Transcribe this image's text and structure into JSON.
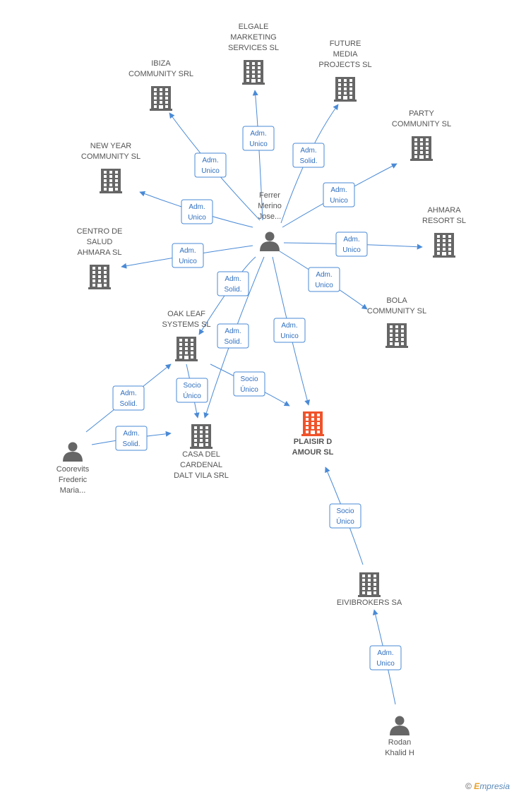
{
  "colors": {
    "edge": "#4a8ad6",
    "company": "#666666",
    "focus_company": "#f0532a",
    "person": "#666666",
    "role_text": "#2f6fbf"
  },
  "nodes": [
    {
      "id": "ferrer",
      "type": "person",
      "lines": [
        "Ferrer",
        "Merino",
        "Jose..."
      ]
    },
    {
      "id": "elgale",
      "type": "company",
      "lines": [
        "ELGALE",
        "MARKETING",
        "SERVICES SL"
      ]
    },
    {
      "id": "future",
      "type": "company",
      "lines": [
        "FUTURE",
        "MEDIA",
        "PROJECTS SL"
      ]
    },
    {
      "id": "ibiza",
      "type": "company",
      "lines": [
        "IBIZA",
        "COMMUNITY SRL"
      ]
    },
    {
      "id": "party",
      "type": "company",
      "lines": [
        "PARTY",
        "COMMUNITY SL"
      ]
    },
    {
      "id": "newyear",
      "type": "company",
      "lines": [
        "NEW YEAR",
        "COMMUNITY SL"
      ]
    },
    {
      "id": "ahmara",
      "type": "company",
      "lines": [
        "AHMARA",
        "RESORT SL"
      ]
    },
    {
      "id": "centro",
      "type": "company",
      "lines": [
        "CENTRO DE",
        "SALUD",
        "AHMARA SL"
      ]
    },
    {
      "id": "bola",
      "type": "company",
      "lines": [
        "BOLA",
        "COMMUNITY SL"
      ]
    },
    {
      "id": "oakleaf",
      "type": "company",
      "lines": [
        "OAK LEAF",
        "SYSTEMS SL"
      ]
    },
    {
      "id": "plaisir",
      "type": "focus",
      "lines": [
        "PLAISIR D",
        "AMOUR SL"
      ]
    },
    {
      "id": "casa",
      "type": "company",
      "lines": [
        "CASA DEL",
        "CARDENAL",
        "DALT VILA SRL"
      ]
    },
    {
      "id": "coorevits",
      "type": "person",
      "lines": [
        "Coorevits",
        "Frederic",
        "Maria..."
      ]
    },
    {
      "id": "eivibrokers",
      "type": "company",
      "lines": [
        "EIVIBROKERS SA"
      ]
    },
    {
      "id": "rodan",
      "type": "person",
      "lines": [
        "Rodan",
        "Khalid H"
      ]
    }
  ],
  "edges": [
    {
      "from": "ferrer",
      "to": "elgale",
      "role": [
        "Adm.",
        "Unico"
      ]
    },
    {
      "from": "ferrer",
      "to": "future",
      "role": [
        "Adm.",
        "Solid."
      ]
    },
    {
      "from": "ferrer",
      "to": "ibiza",
      "role": [
        "Adm.",
        "Unico"
      ]
    },
    {
      "from": "ferrer",
      "to": "party",
      "role": [
        "Adm.",
        "Unico"
      ]
    },
    {
      "from": "ferrer",
      "to": "newyear",
      "role": [
        "Adm.",
        "Unico"
      ]
    },
    {
      "from": "ferrer",
      "to": "ahmara",
      "role": [
        "Adm.",
        "Unico"
      ]
    },
    {
      "from": "ferrer",
      "to": "centro",
      "role": [
        "Adm.",
        "Unico"
      ]
    },
    {
      "from": "ferrer",
      "to": "bola",
      "role": [
        "Adm.",
        "Unico"
      ]
    },
    {
      "from": "ferrer",
      "to": "oakleaf",
      "role": [
        "Adm.",
        "Solid."
      ]
    },
    {
      "from": "ferrer",
      "to": "casa",
      "role": [
        "Adm.",
        "Solid."
      ]
    },
    {
      "from": "ferrer",
      "to": "plaisir",
      "role": [
        "Adm.",
        "Unico"
      ]
    },
    {
      "from": "oakleaf",
      "to": "casa",
      "role": [
        "Socio",
        "Único"
      ]
    },
    {
      "from": "oakleaf",
      "to": "plaisir",
      "role": [
        "Socio",
        "Único"
      ]
    },
    {
      "from": "coorevits",
      "to": "oakleaf",
      "role": [
        "Adm.",
        "Solid."
      ]
    },
    {
      "from": "coorevits",
      "to": "casa",
      "role": [
        "Adm.",
        "Solid."
      ]
    },
    {
      "from": "eivibrokers",
      "to": "plaisir",
      "role": [
        "Socio",
        "Único"
      ]
    },
    {
      "from": "rodan",
      "to": "eivibrokers",
      "role": [
        "Adm.",
        "Unico"
      ]
    }
  ],
  "footer": {
    "copyright": "©",
    "brand_initial": "E",
    "brand_rest": "mpresia"
  }
}
